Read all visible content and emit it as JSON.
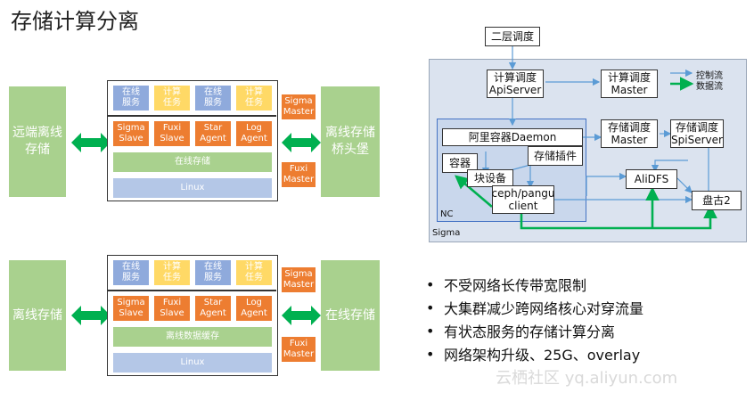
{
  "title": "存储计算分离",
  "top_row": {
    "left_label": "远端离线\n存储",
    "right_label": "离线存储\n桥头堡",
    "services": [
      "在线\n服务",
      "计算\n任务",
      "在线\n服务",
      "计算\n任务"
    ],
    "agents": [
      "Sigma\nSlave",
      "Fuxi\nSlave",
      "Star\nAgent",
      "Log\nAgent"
    ],
    "middle_bar": "在线存储",
    "bottom_bar": "Linux",
    "side_top": "Sigma\nMaster",
    "side_bottom": "Fuxi\nMaster"
  },
  "bottom_row": {
    "left_label": "离线存储",
    "right_label": "在线存储",
    "services": [
      "在线\n服务",
      "计算\n任务",
      "在线\n服务",
      "计算\n任务"
    ],
    "agents": [
      "Sigma\nSlave",
      "Fuxi\nSlave",
      "Star\nAgent",
      "Log\nAgent"
    ],
    "middle_bar": "离线数据缓存",
    "bottom_bar": "Linux",
    "side_top": "Sigma\nMaster",
    "side_bottom": "Fuxi\nMaster"
  },
  "arch": {
    "top_box": "二层调度",
    "compute_sched": "计算调度\nApiServer",
    "compute_master": "计算调度\nMaster",
    "legend_control": "控制流",
    "legend_data": "数据流",
    "daemon": "阿里容器Daemon",
    "container": "容器",
    "storage_plugin": "存储插件",
    "block_device": "块设备",
    "client": "ceph/pangu\nclient",
    "storage_master": "存储调度\nMaster",
    "storage_api": "存储调度\nSpiServer",
    "alidfs": "AliDFS",
    "pangu2": "盘古2",
    "nc_label": "NC",
    "sigma_label": "Sigma",
    "colors": {
      "control": "#5b9bd5",
      "data": "#00b050"
    }
  },
  "bullets": [
    "不受网络长传带宽限制",
    "大集群减少跨网络核心对穿流量",
    "有状态服务的存储计算分离",
    "网络架构升级、25G、overlay"
  ],
  "bullet_glyph": "•",
  "watermark": "云栖社区 yq.aliyun.com"
}
